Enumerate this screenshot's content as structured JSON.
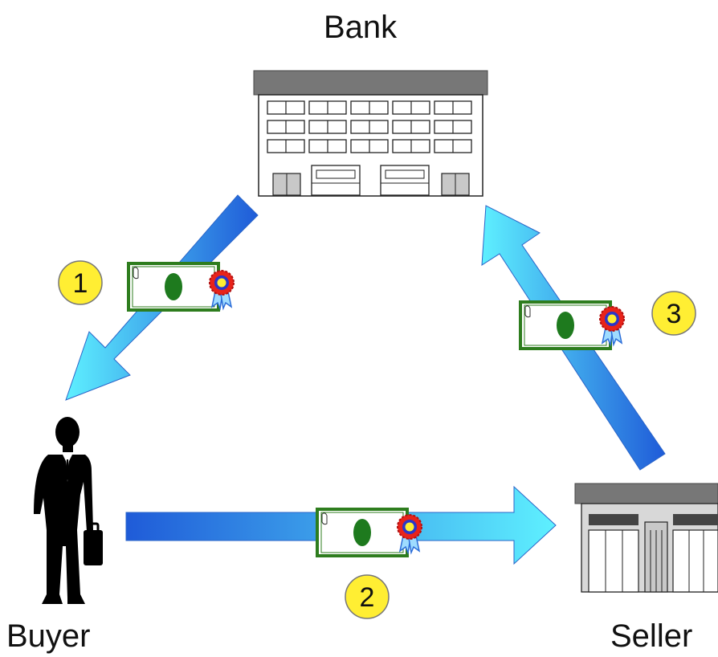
{
  "labels": {
    "bank": "Bank",
    "buyer": "Buyer",
    "seller": "Seller"
  },
  "steps": [
    {
      "number": "1",
      "from": "Bank",
      "to": "Buyer"
    },
    {
      "number": "2",
      "from": "Buyer",
      "to": "Seller"
    },
    {
      "number": "3",
      "from": "Seller",
      "to": "Bank"
    }
  ],
  "colors": {
    "arrow_dark": "#1f5bd8",
    "arrow_light": "#5ef0ff",
    "bill_border": "#2e7d1e",
    "bill_oval": "#1e7a1e",
    "badge_fill": "#ffee33",
    "rosette_red": "#e8231a",
    "rosette_blue": "#2a36c8",
    "building_roof": "#777777"
  },
  "icons": [
    "bank-building-icon",
    "buyer-silhouette-icon",
    "store-building-icon",
    "dollar-bill-icon",
    "ribbon-rosette-icon"
  ]
}
